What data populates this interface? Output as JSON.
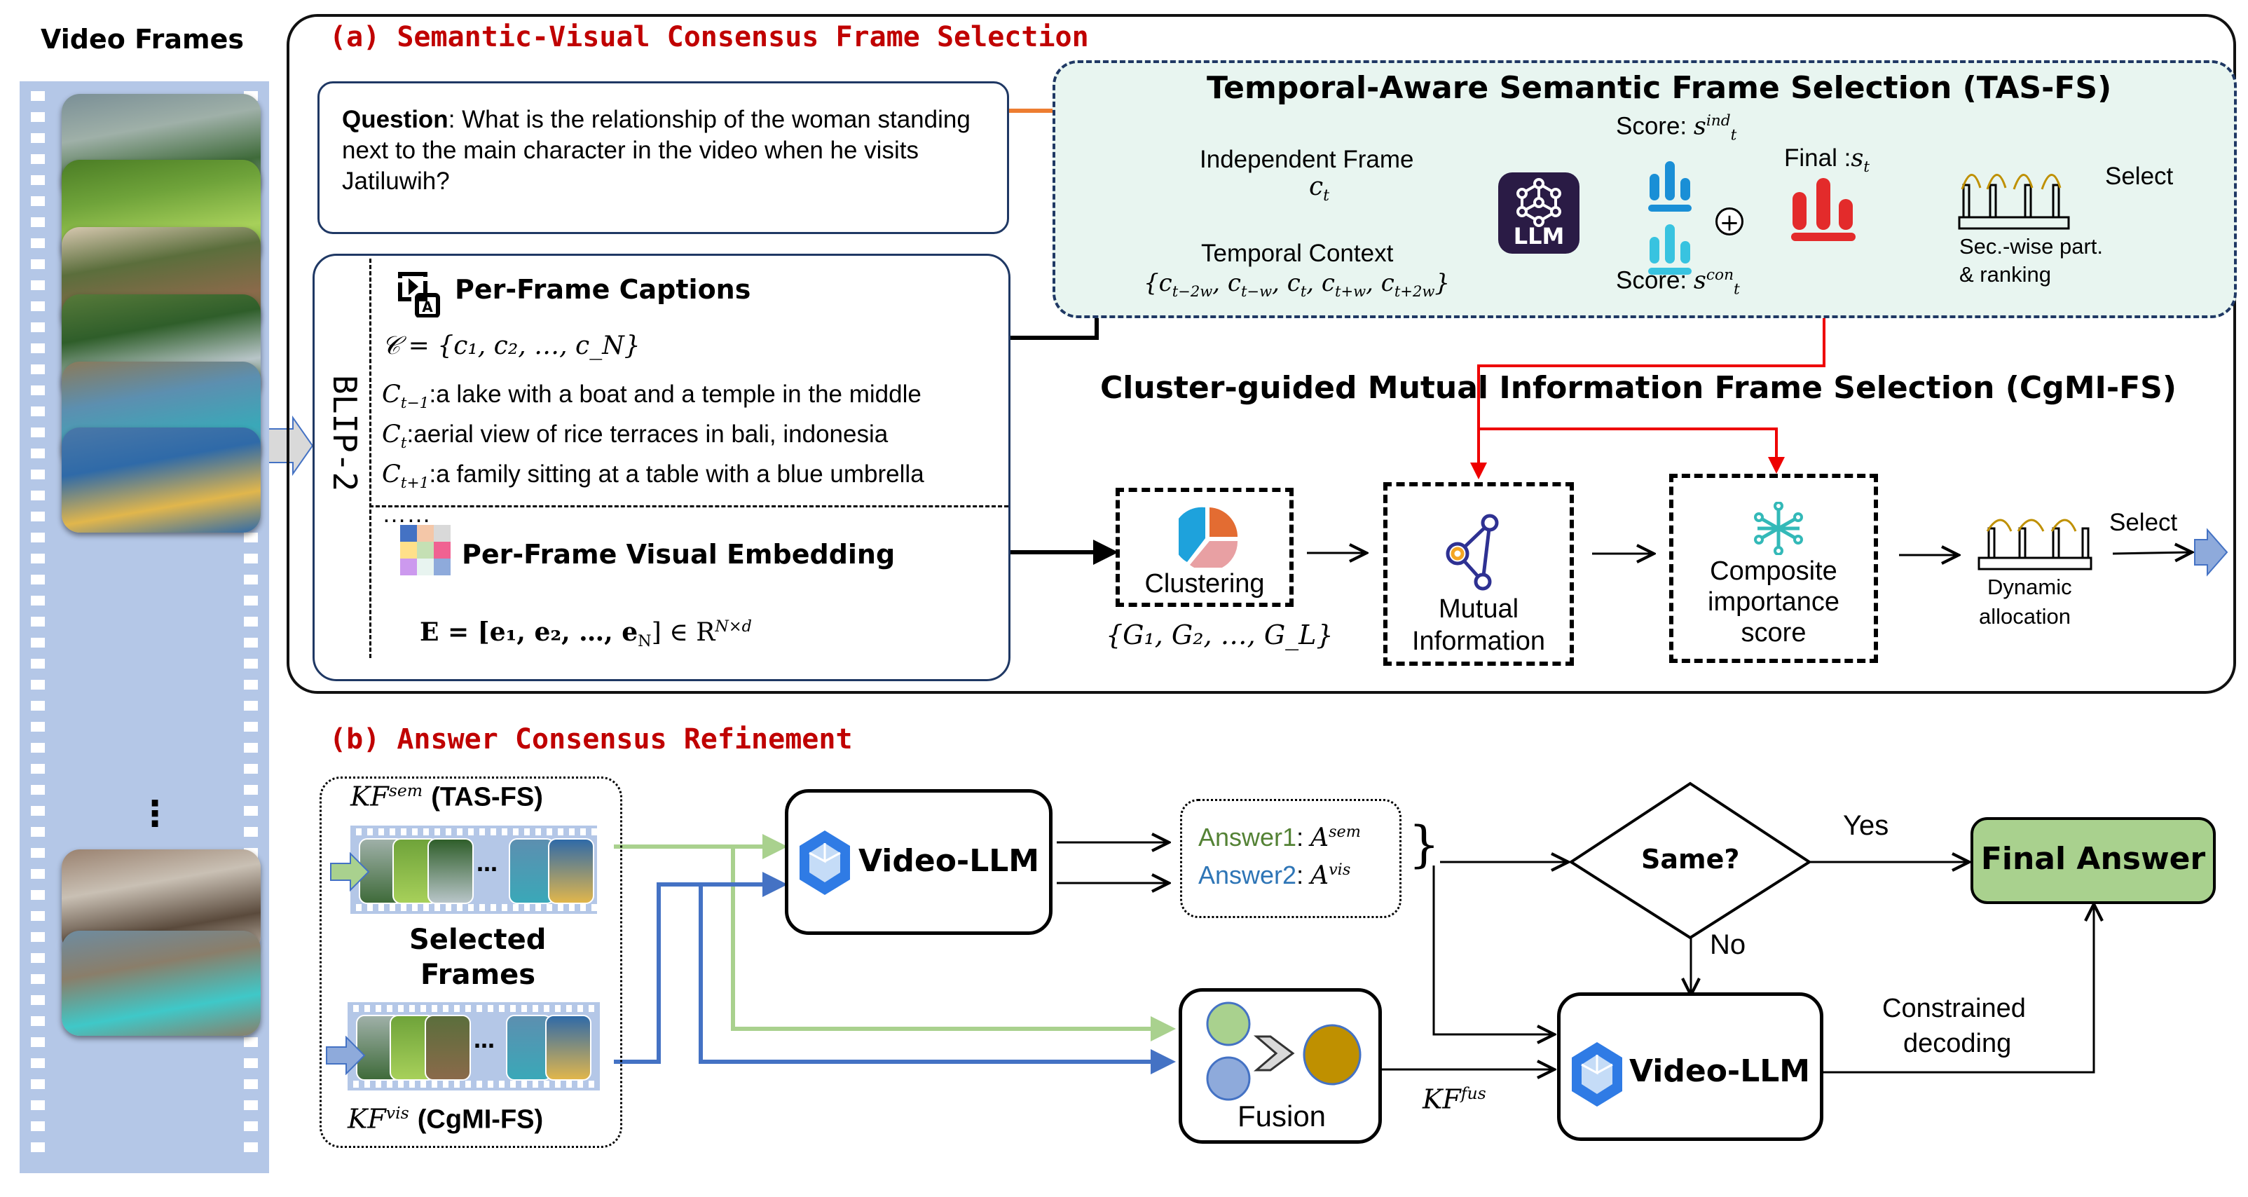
{
  "film_strip": {
    "title": "Video Frames",
    "frames": [
      {
        "name": "lake-temple-frame",
        "colors": [
          "#9fb0a8",
          "#3f6b3a",
          "#7a8f96"
        ]
      },
      {
        "name": "rice-terraces-frame",
        "colors": [
          "#6fa33a",
          "#a7d05a",
          "#4b7d25"
        ]
      },
      {
        "name": "family-table-frame",
        "colors": [
          "#5b6e3c",
          "#8a6a4a",
          "#d7c8b0"
        ]
      },
      {
        "name": "waterfall-frame",
        "colors": [
          "#2f5e2a",
          "#b8c5c8",
          "#577a3a"
        ]
      },
      {
        "name": "coast-cliff-frame",
        "colors": [
          "#5c8fb0",
          "#3aa8b8",
          "#8a7a5a"
        ]
      },
      {
        "name": "boat-selfie-frame",
        "colors": [
          "#2f6aa8",
          "#e1b64c",
          "#4a78a8"
        ]
      },
      {
        "name": "cafe-breakfast-frame",
        "colors": [
          "#c9c0b4",
          "#5a4a3c",
          "#9a8270"
        ]
      },
      {
        "name": "beach-bay-frame",
        "colors": [
          "#8a7e6a",
          "#3fc8c8",
          "#6e8ca0"
        ]
      }
    ],
    "ellipsis": "⋮"
  },
  "panel_a": {
    "title": "(a) Semantic-Visual Consensus Frame Selection",
    "question": {
      "label": "Question",
      "text": ": What is the relationship of the woman standing next to the main character in the video when he visits Jatiluwih?"
    },
    "blip_label": "BLIP-2",
    "captions": {
      "icon": "caption-icon",
      "title": "Per-Frame Captions",
      "set_formula": "𝒞 = {c₁, c₂, …, c_N}",
      "items": [
        {
          "var": "C",
          "sub": "t−1",
          "text": ":a lake with a boat and a temple in the middle"
        },
        {
          "var": "C",
          "sub": "t",
          "text": ":aerial view of rice terraces in bali, indonesia"
        },
        {
          "var": "C",
          "sub": "t+1",
          "text": ":a family sitting at a table with a blue umbrella"
        }
      ],
      "more": "……"
    },
    "embedding": {
      "icon": "embedding-grid-icon",
      "title": "Per-Frame Visual Embedding",
      "formula_lhs": "E = [e₁, e₂, …, e",
      "formula_sub": "N",
      "formula_rhs": "] ∈ R",
      "formula_sup": "N×d",
      "grid_colors": [
        "#4472c4",
        "#f4c7a8",
        "#d9d9d9",
        "#ffe08a",
        "#c5e0b4",
        "#f06292",
        "#cc99ee",
        "#e8f4f0",
        "#8eaadb"
      ]
    },
    "tas_fs": {
      "title": "Temporal-Aware Semantic Frame Selection (TAS-FS)",
      "independent_label": "Independent Frame",
      "independent_var": "c",
      "independent_sub": "t",
      "temporal_label": "Temporal Context",
      "temporal_set": "{c_{t−2w}, c_{t−w}, c_t, c_{t+w}, c_{t+2w}}",
      "temporal_items": [
        {
          "var": "c",
          "sub": "t−2w"
        },
        {
          "var": "c",
          "sub": "t−w"
        },
        {
          "var": "c",
          "sub": "t"
        },
        {
          "var": "c",
          "sub": "t+w"
        },
        {
          "var": "c",
          "sub": "t+2w"
        }
      ],
      "llm_label": "LLM",
      "score_ind_label": "Score: ",
      "score_ind_sup": "ind",
      "score_con_label": "Score: ",
      "score_con_sup": "con",
      "score_var": "s",
      "score_sub": "t",
      "final_label": "Final :",
      "final_var": "s",
      "final_sub": "t",
      "plus_symbol": "+",
      "rank_label_1": "Sec.-wise part.",
      "rank_label_2": "& ranking",
      "select_label": "Select",
      "colors": {
        "background": "#e8f5f0",
        "ind_bars": "#1a8fd6",
        "con_bars": "#38c3e0",
        "final_bars": "#e32b2b",
        "llm_bg": "#2a1b45"
      }
    },
    "cgmi_fs": {
      "title": "Cluster-guided Mutual Information Frame Selection (CgMI-FS)",
      "clustering_label": "Clustering",
      "groups_formula": "{G₁, G₂, …, G_L}",
      "mi_label_1": "Mutual",
      "mi_label_2": "Information",
      "composite_label_1": "Composite",
      "composite_label_2": "importance",
      "composite_label_3": "score",
      "dynamic_label_1": "Dynamic",
      "dynamic_label_2": "allocation",
      "select_label": "Select",
      "colors": {
        "background": "#edf3fb",
        "pie": [
          "#e36c32",
          "#e8a0a3",
          "#1ea2dc"
        ],
        "mi_icon": "#2e3192",
        "composite_icon": "#33b9b8"
      }
    }
  },
  "panel_b": {
    "title": "(b) Answer Consensus Refinement",
    "kf_sem_var": "KF",
    "kf_sem_sup": "sem",
    "kf_sem_tag": "(TAS-FS)",
    "kf_vis_var": "KF",
    "kf_vis_sup": "vis",
    "kf_vis_tag": "(CgMI-FS)",
    "selected_frames_1": "Selected",
    "selected_frames_2": "Frames",
    "frames_ellipsis": "…",
    "video_llm_label": "Video-LLM",
    "answer1_label": "Answer1",
    "answer1_var": "A",
    "answer1_sup": "sem",
    "answer2_label": "Answer2",
    "answer2_var": "A",
    "answer2_sup": "vis",
    "decision_label": "Same?",
    "yes_label": "Yes",
    "no_label": "No",
    "final_answer_label": "Final Answer",
    "fusion_label": "Fusion",
    "kf_fus_var": "KF",
    "kf_fus_sup": "fus",
    "constrained_1": "Constrained",
    "constrained_2": "decoding",
    "colors": {
      "background": "#fbe9e1",
      "border": "#c55a11",
      "sem_line": "#a9d18e",
      "vis_line": "#4472c4",
      "final_answer_bg": "#a9d18e",
      "answer1_text": "#548235",
      "answer2_text": "#2e75b6",
      "fusion_out": "#bf9000"
    }
  }
}
